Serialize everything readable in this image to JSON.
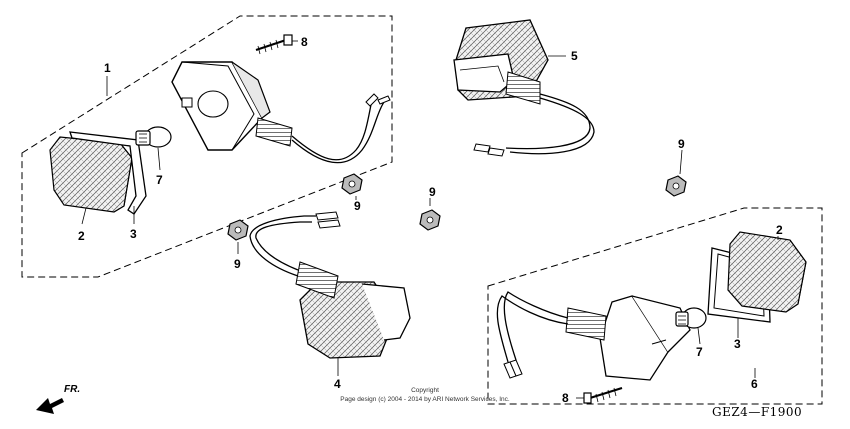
{
  "diagram": {
    "callouts": {
      "c1": "1",
      "c2a": "2",
      "c3a": "3",
      "c7a": "7",
      "c8a": "8",
      "c5": "5",
      "c9a": "9",
      "c9b": "9",
      "c9c": "9",
      "c9d": "9",
      "c4": "4",
      "c2b": "2",
      "c3b": "3",
      "c7b": "7",
      "c6": "6",
      "c8b": "8"
    },
    "copyright_line1": "Copyright",
    "copyright_line2": "Page design (c) 2004 - 2014 by ARI Network Services, Inc.",
    "diagram_code": "GEZ4—F1900",
    "direction_label": "FR."
  }
}
